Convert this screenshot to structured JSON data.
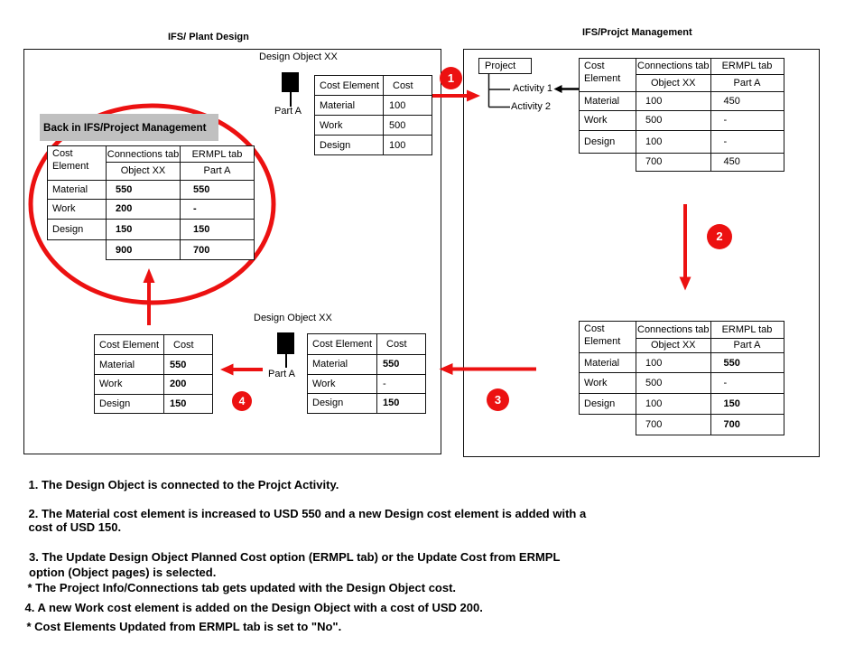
{
  "titles": {
    "plant_design": "IFS/ Plant Design",
    "project_management": "IFS/Projct Management"
  },
  "back_label": "Back in IFS/Project Management",
  "design_objects": {
    "top": {
      "label": "Design Object XX",
      "part": "Part A"
    },
    "bottom": {
      "label": "Design Object XX",
      "part": "Part A"
    }
  },
  "project": {
    "root": "Project",
    "activities": [
      "Activity 1",
      "Activity 2"
    ]
  },
  "badges": [
    "1",
    "2",
    "3",
    "4"
  ],
  "tables": {
    "pd_initial": {
      "headers": [
        "Cost Element",
        "Cost"
      ],
      "rows": [
        [
          "Material",
          "100"
        ],
        [
          "Work",
          "500"
        ],
        [
          "Design",
          "100"
        ]
      ]
    },
    "pd_updated": {
      "headers": [
        "Cost Element",
        "Cost"
      ],
      "rows": [
        [
          "Material",
          "550"
        ],
        [
          "Work",
          "-"
        ],
        [
          "Design",
          "150"
        ]
      ]
    },
    "pd_final": {
      "headers": [
        "Cost Element",
        "Cost"
      ],
      "rows": [
        [
          "Material",
          "550"
        ],
        [
          "Work",
          "200"
        ],
        [
          "Design",
          "150"
        ]
      ]
    },
    "pm_initial": {
      "col1": "Cost Element",
      "col2": [
        "Connections tab",
        "Object XX"
      ],
      "col3": [
        "ERMPL tab",
        "Part A"
      ],
      "rows": [
        [
          "Material",
          "100",
          "450"
        ],
        [
          "Work",
          "500",
          "-"
        ],
        [
          "Design",
          "100",
          "-"
        ]
      ],
      "total": [
        "700",
        "450"
      ]
    },
    "pm_updated": {
      "col1": "Cost Element",
      "col2": [
        "Connections tab",
        "Object XX"
      ],
      "col3": [
        "ERMPL tab",
        "Part A"
      ],
      "rows": [
        [
          "Material",
          "100",
          "550"
        ],
        [
          "Work",
          "500",
          "-"
        ],
        [
          "Design",
          "100",
          "150"
        ]
      ],
      "total": [
        "700",
        "700"
      ]
    },
    "pm_final": {
      "col1": "Cost Element",
      "col2": [
        "Connections tab",
        "Object XX"
      ],
      "col3": [
        "ERMPL tab",
        "Part A"
      ],
      "rows": [
        [
          "Material",
          "550",
          "550"
        ],
        [
          "Work",
          "200",
          "-"
        ],
        [
          "Design",
          "150",
          "150"
        ]
      ],
      "total": [
        "900",
        "700"
      ]
    }
  },
  "notes": [
    {
      "lines": [
        "1. The Design Object is connected to the Projct Activity."
      ]
    },
    {
      "lines": [
        "2. The Material cost element is increased to USD 550 and a new Design cost element is added with a",
        "cost of USD 150."
      ]
    },
    {
      "lines": [
        "3. The Update Design Object Planned Cost option (ERMPL tab) or the Update Cost from ERMPL",
        "option (Object pages) is selected.",
        "* The Project Info/Connections tab gets updated with the Design Object cost."
      ]
    },
    {
      "lines": [
        "4. A new Work cost element is added on the Design Object with a cost of USD 200.",
        "* Cost Elements Updated from ERMPL tab is set to \"No\"."
      ]
    }
  ],
  "colors": {
    "accent_red": "#ec1111",
    "label_gray": "#c0c0c0"
  }
}
